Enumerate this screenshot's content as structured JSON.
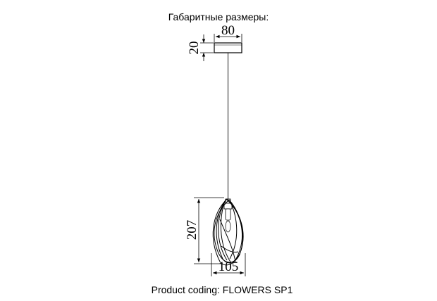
{
  "header": {
    "title": "Габаритные размеры:"
  },
  "dimensions": {
    "canopy_width": "80",
    "canopy_height": "20",
    "shade_height": "207",
    "shade_width": "105"
  },
  "footer": {
    "caption": "Product coding: FLOWERS SP1"
  }
}
